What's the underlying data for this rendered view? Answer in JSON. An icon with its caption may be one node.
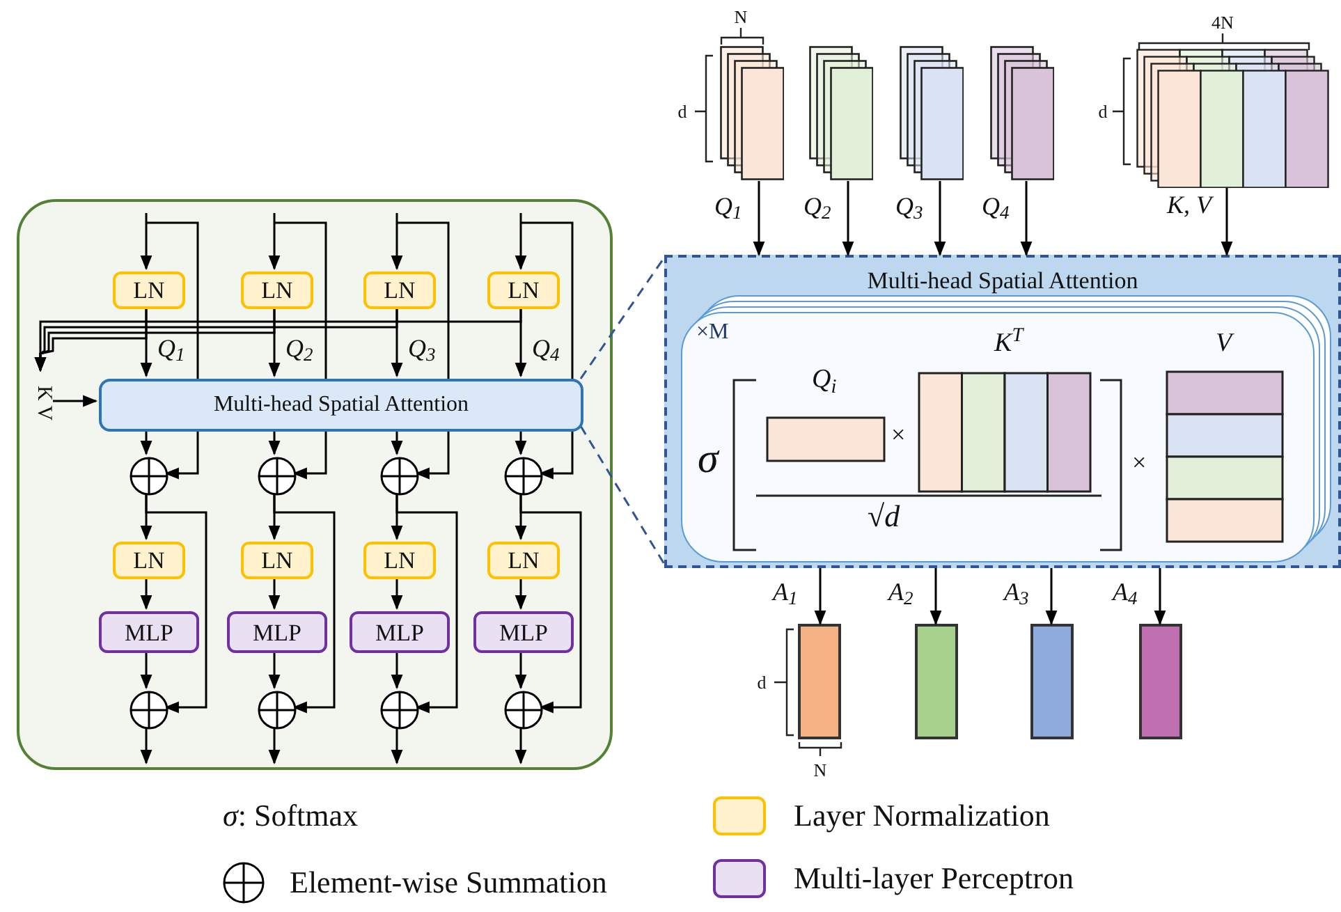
{
  "diagram": {
    "nodes": [
      {
        "text": [],
        "shape": "box"
      },
      {
        "text": [
          "LN"
        ],
        "in": 0
      },
      {
        "text": [
          "LN"
        ],
        "in": 0
      },
      {
        "text": [
          "LN"
        ],
        "in": 0
      },
      {
        "text": [
          "LN"
        ],
        "in": 0
      },
      {
        "text": [
          "Multi-head Spatial Attention"
        ],
        "in": 0
      },
      {
        "text": [],
        "shape": "circle",
        "in": 0
      },
      {
        "text": [],
        "shape": "circle",
        "in": 0
      },
      {
        "text": [],
        "shape": "circle",
        "in": 0
      },
      {
        "text": [],
        "shape": "circle",
        "in": 0
      },
      {
        "text": [
          "LN"
        ],
        "in": 0
      },
      {
        "text": [
          "LN"
        ],
        "in": 0
      },
      {
        "text": [
          "LN"
        ],
        "in": 0
      },
      {
        "text": [
          "LN"
        ],
        "in": 0
      },
      {
        "text": [
          "MLP"
        ],
        "in": 0
      },
      {
        "text": [
          "MLP"
        ],
        "in": 0
      },
      {
        "text": [
          "MLP"
        ],
        "in": 0
      },
      {
        "text": [
          "MLP"
        ],
        "in": 0
      },
      {
        "text": [],
        "shape": "circle",
        "in": 0
      },
      {
        "text": [],
        "shape": "circle",
        "in": 0
      },
      {
        "text": [],
        "shape": "circle",
        "in": 0
      },
      {
        "text": [],
        "shape": "circle",
        "in": 0
      },
      {
        "text": [
          "K V"
        ],
        "in": 0
      },
      {
        "text": [
          "Multi-head Spatial Attention"
        ]
      },
      {
        "text": [
          "×M",
          "σ",
          "Q$_{i}$",
          "×",
          "K$^{T}$",
          "√*d*",
          "×",
          "V"
        ],
        "in": 23
      },
      {
        "text": [],
        "shape": "box"
      },
      {
        "text": [],
        "shape": "box"
      },
      {
        "text": [],
        "shape": "box"
      },
      {
        "text": [],
        "shape": "box"
      },
      {
        "text": [],
        "shape": "box"
      },
      {
        "text": [],
        "shape": "bar"
      },
      {
        "text": [],
        "shape": "bar"
      },
      {
        "text": [],
        "shape": "bar"
      },
      {
        "text": [],
        "shape": "bar"
      }
    ],
    "edges": [
      {
        "from": null,
        "to": 1,
        "arrow": "to"
      },
      {
        "from": null,
        "to": 6,
        "arrow": "to"
      },
      {
        "from": 1,
        "to": 5,
        "arrow": "to",
        "label": "Q$_{1}$"
      },
      {
        "from": 1,
        "to": 22,
        "arrow": "to"
      },
      {
        "from": 5,
        "to": 6,
        "arrow": "to"
      },
      {
        "from": 6,
        "to": 10,
        "arrow": "to"
      },
      {
        "from": 6,
        "to": 18,
        "arrow": "to"
      },
      {
        "from": 10,
        "to": 14,
        "arrow": "to"
      },
      {
        "from": 14,
        "to": 18,
        "arrow": "to"
      },
      {
        "from": 18,
        "to": null,
        "arrow": "to"
      },
      {
        "from": null,
        "to": 2,
        "arrow": "to"
      },
      {
        "from": null,
        "to": 7,
        "arrow": "to"
      },
      {
        "from": 2,
        "to": 5,
        "arrow": "to",
        "label": "Q$_{2}$"
      },
      {
        "from": 2,
        "to": 22,
        "arrow": "to"
      },
      {
        "from": 5,
        "to": 7,
        "arrow": "to"
      },
      {
        "from": 7,
        "to": 11,
        "arrow": "to"
      },
      {
        "from": 7,
        "to": 19,
        "arrow": "to"
      },
      {
        "from": 11,
        "to": 15,
        "arrow": "to"
      },
      {
        "from": 15,
        "to": 19,
        "arrow": "to"
      },
      {
        "from": 19,
        "to": null,
        "arrow": "to"
      },
      {
        "from": null,
        "to": 3,
        "arrow": "to"
      },
      {
        "from": null,
        "to": 8,
        "arrow": "to"
      },
      {
        "from": 3,
        "to": 5,
        "arrow": "to",
        "label": "Q$_{3}$"
      },
      {
        "from": 3,
        "to": 22,
        "arrow": "to"
      },
      {
        "from": 5,
        "to": 8,
        "arrow": "to"
      },
      {
        "from": 8,
        "to": 12,
        "arrow": "to"
      },
      {
        "from": 8,
        "to": 20,
        "arrow": "to"
      },
      {
        "from": 12,
        "to": 16,
        "arrow": "to"
      },
      {
        "from": 16,
        "to": 20,
        "arrow": "to"
      },
      {
        "from": 20,
        "to": null,
        "arrow": "to"
      },
      {
        "from": null,
        "to": 4,
        "arrow": "to"
      },
      {
        "from": null,
        "to": 9,
        "arrow": "to"
      },
      {
        "from": 4,
        "to": 5,
        "arrow": "to",
        "label": "Q$_{4}$"
      },
      {
        "from": 4,
        "to": 22,
        "arrow": "to"
      },
      {
        "from": 5,
        "to": 9,
        "arrow": "to"
      },
      {
        "from": 9,
        "to": 13,
        "arrow": "to"
      },
      {
        "from": 9,
        "to": 21,
        "arrow": "to"
      },
      {
        "from": 13,
        "to": 17,
        "arrow": "to"
      },
      {
        "from": 17,
        "to": 21,
        "arrow": "to"
      },
      {
        "from": 21,
        "to": null,
        "arrow": "to"
      },
      {
        "from": 22,
        "to": 5,
        "arrow": "to"
      },
      {
        "from": 5,
        "to": 23,
        "arrow": "none",
        "style": "dashed",
        "color": "#2f5597"
      },
      {
        "from": 5,
        "to": 23,
        "arrow": "none",
        "style": "dashed",
        "color": "#2f5597"
      },
      {
        "from": 25,
        "to": 23,
        "arrow": "to",
        "label": "Q$_{1}$"
      },
      {
        "from": 26,
        "to": 23,
        "arrow": "to",
        "label": "Q$_{2}$"
      },
      {
        "from": 27,
        "to": 23,
        "arrow": "to",
        "label": "Q$_{3}$"
      },
      {
        "from": 28,
        "to": 23,
        "arrow": "to",
        "label": "Q$_{4}$"
      },
      {
        "from": 29,
        "to": 23,
        "arrow": "to",
        "label": "K, V"
      },
      {
        "from": 23,
        "to": 30,
        "arrow": "to",
        "label": "A$_{1}$"
      },
      {
        "from": 23,
        "to": 31,
        "arrow": "to",
        "label": "A$_{2}$"
      },
      {
        "from": 23,
        "to": 32,
        "arrow": "to",
        "label": "A$_{3}$"
      },
      {
        "from": 23,
        "to": 33,
        "arrow": "to",
        "label": "A$_{4}$"
      }
    ],
    "labels": [
      "N",
      "4N",
      "d",
      "d",
      "d",
      "N",
      "*σ*: Softmax"
    ],
    "legend": [
      {
        "text": "Layer Normalization",
        "color": "#fff2cc"
      },
      {
        "text": "Element-wise Summation"
      },
      {
        "text": "Multi-layer Perceptron",
        "color": "#e9e0f3"
      }
    ]
  }
}
